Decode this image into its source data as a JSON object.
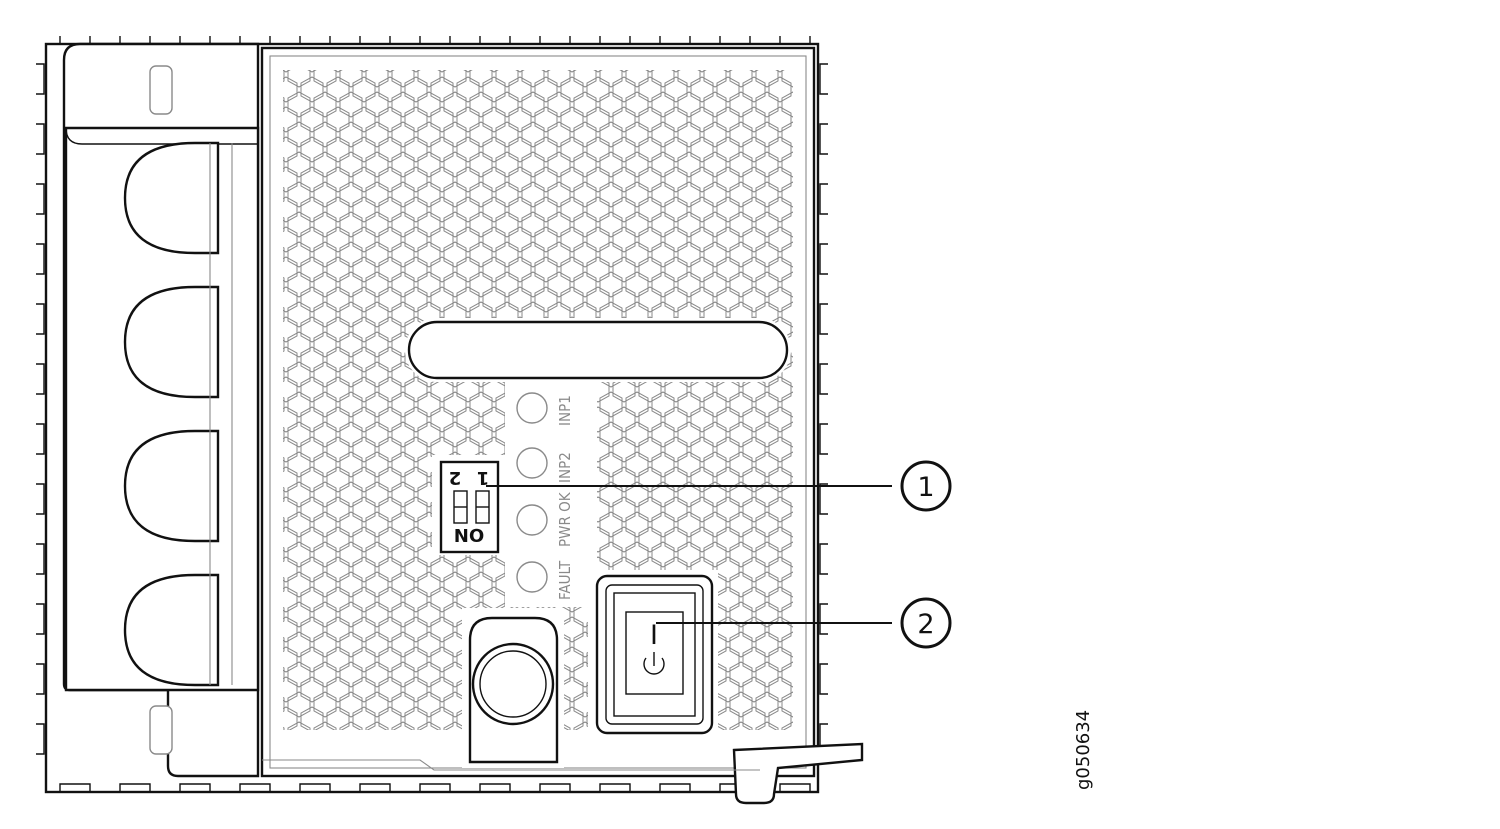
{
  "figure_id": "g050634",
  "led_labels": [
    "INP1",
    "INP2",
    "PWR OK",
    "FAULT"
  ],
  "dip_switch": {
    "positions": [
      "1",
      "2"
    ],
    "on_label": "ON"
  },
  "callouts": [
    {
      "number": "1",
      "target": "dip-switch"
    },
    {
      "number": "2",
      "target": "power-switch"
    }
  ],
  "power_switch": {
    "on_symbol": "I",
    "standby_icon": "power-standby-icon"
  }
}
